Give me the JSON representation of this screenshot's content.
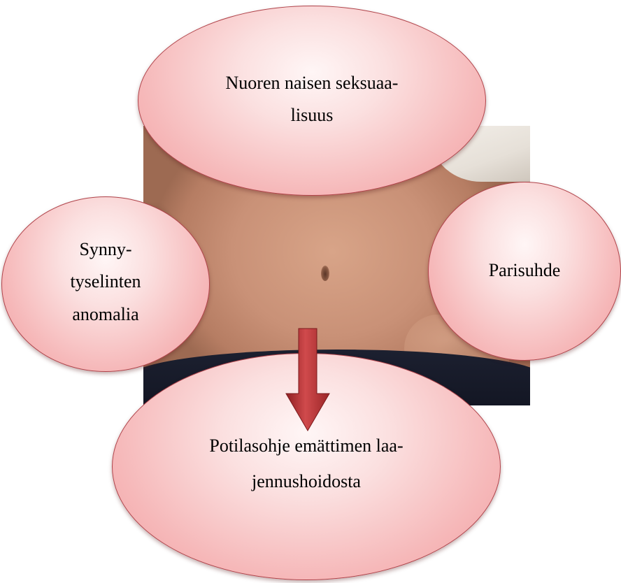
{
  "diagram": {
    "top_node": {
      "line1": "Nuoren naisen seksuaa-",
      "line2": "lisuus"
    },
    "left_node": {
      "line1": "Synny-",
      "line2": "tyselinten",
      "line3": "anomalia"
    },
    "right_node": {
      "line1": "Parisuhde"
    },
    "bottom_node": {
      "line1": "Potilasohje emättimen laa-",
      "line2": "jennushoidosta"
    },
    "colors": {
      "node_fill": "#f6b8b9",
      "node_border": "#b0434a",
      "arrow": "#c0393b"
    }
  }
}
